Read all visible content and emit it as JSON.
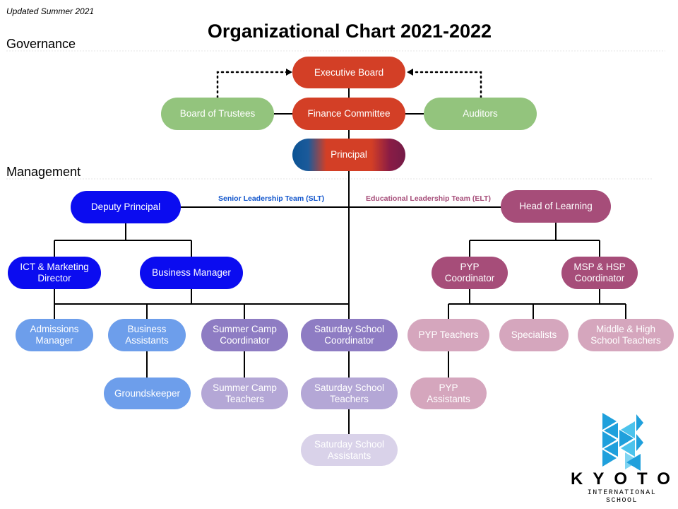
{
  "header": {
    "update_note": "Updated Summer 2021",
    "title": "Organizational Chart 2021-2022"
  },
  "sections": {
    "governance": "Governance",
    "management": "Management"
  },
  "teams": {
    "slt": "Senior Leadership Team (SLT)",
    "elt": "Educational Leadership Team (ELT)"
  },
  "nodes": {
    "executive_board": "Executive Board",
    "board_of_trustees": "Board of Trustees",
    "finance_committee": "Finance Committee",
    "auditors": "Auditors",
    "principal": "Principal",
    "deputy_principal": "Deputy Principal",
    "head_of_learning": "Head of Learning",
    "ict_marketing_director": "ICT & Marketing\nDirector",
    "business_manager": "Business Manager",
    "pyp_coordinator": "PYP\nCoordinator",
    "msp_hsp_coordinator": "MSP & HSP\nCoordinator",
    "admissions_manager": "Admissions\nManager",
    "business_assistants": "Business\nAssistants",
    "summer_camp_coordinator": "Summer Camp\nCoordinator",
    "saturday_school_coordinator": "Saturday School\nCoordinator",
    "pyp_teachers": "PYP Teachers",
    "specialists": "Specialists",
    "middle_high_teachers": "Middle & High\nSchool Teachers",
    "groundskeeper": "Groundskeeper",
    "summer_camp_teachers": "Summer Camp\nTeachers",
    "saturday_school_teachers": "Saturday School\nTeachers",
    "pyp_assistants": "PYP\nAssistants",
    "saturday_school_assistants": "Saturday School\nAssistants"
  },
  "logo": {
    "name": "KYOTO",
    "subtitle": "INTERNATIONAL SCHOOL"
  },
  "colors": {
    "governance_red": "#d33f26",
    "governance_green": "#93c47d",
    "slt_blue": "#0b0cf0",
    "staff_blue": "#6d9eeb",
    "summer_purple": "#8e7cc3",
    "summer_light": "#b4a7d6",
    "saturday_faint": "#d9d2e9",
    "elt_dark": "#a64d79",
    "elt_light": "#d5a6bd",
    "slt_text": "#1155cc",
    "elt_text": "#a64d79",
    "logo_blue": "#1fa0dc"
  }
}
